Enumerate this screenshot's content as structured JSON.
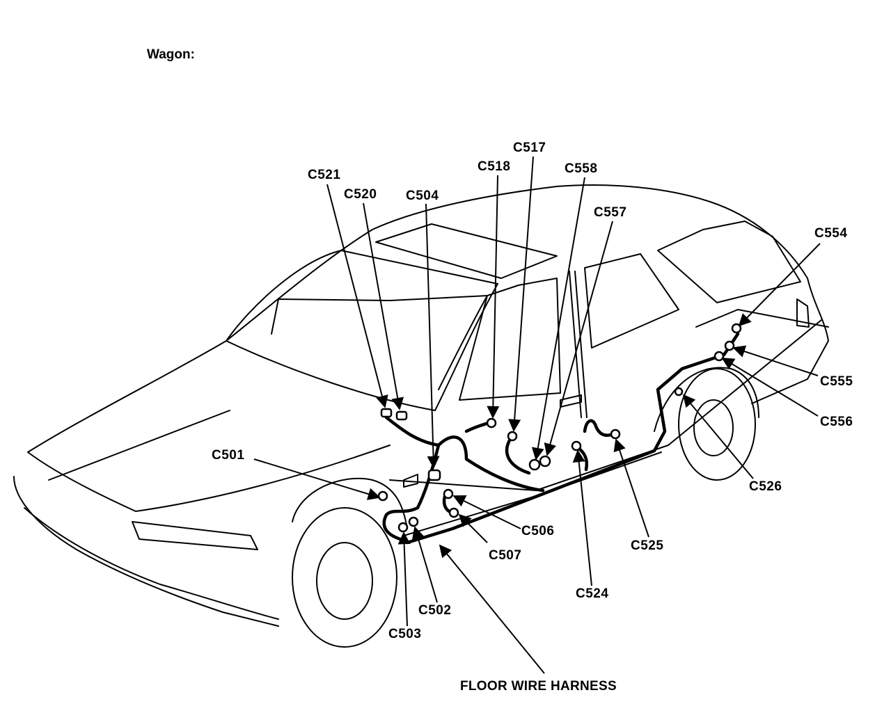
{
  "title": "Wagon:",
  "harness_label": "FLOOR WIRE HARNESS",
  "connectors": {
    "c501": "C501",
    "c502": "C502",
    "c503": "C503",
    "c504": "C504",
    "c506": "C506",
    "c507": "C507",
    "c517": "C517",
    "c518": "C518",
    "c520": "C520",
    "c521": "C521",
    "c524": "C524",
    "c525": "C525",
    "c526": "C526",
    "c554": "C554",
    "c555": "C555",
    "c556": "C556",
    "c557": "C557",
    "c558": "C558"
  }
}
